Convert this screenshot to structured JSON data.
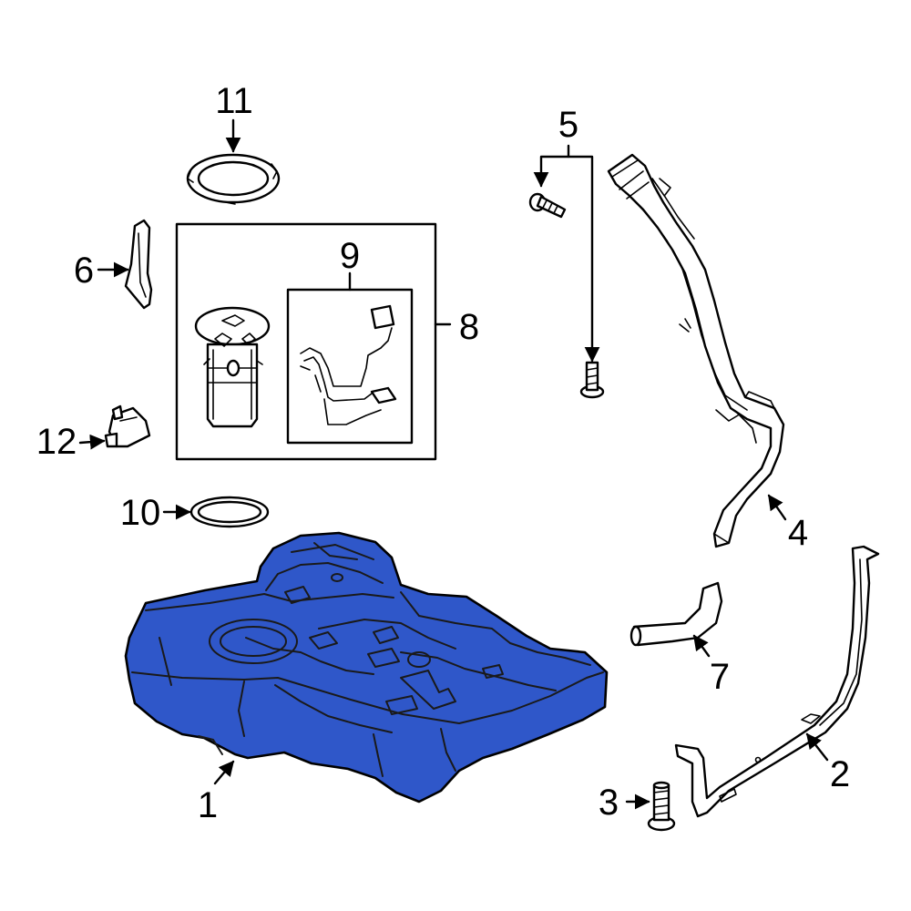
{
  "callouts": {
    "c1": "1",
    "c2": "2",
    "c3": "3",
    "c4": "4",
    "c5": "5",
    "c6": "6",
    "c7": "7",
    "c8": "8",
    "c9": "9",
    "c10": "10",
    "c11": "11",
    "c12": "12"
  },
  "colors": {
    "highlight": "#2f57c9",
    "line": "#000000",
    "background": "#ffffff"
  }
}
